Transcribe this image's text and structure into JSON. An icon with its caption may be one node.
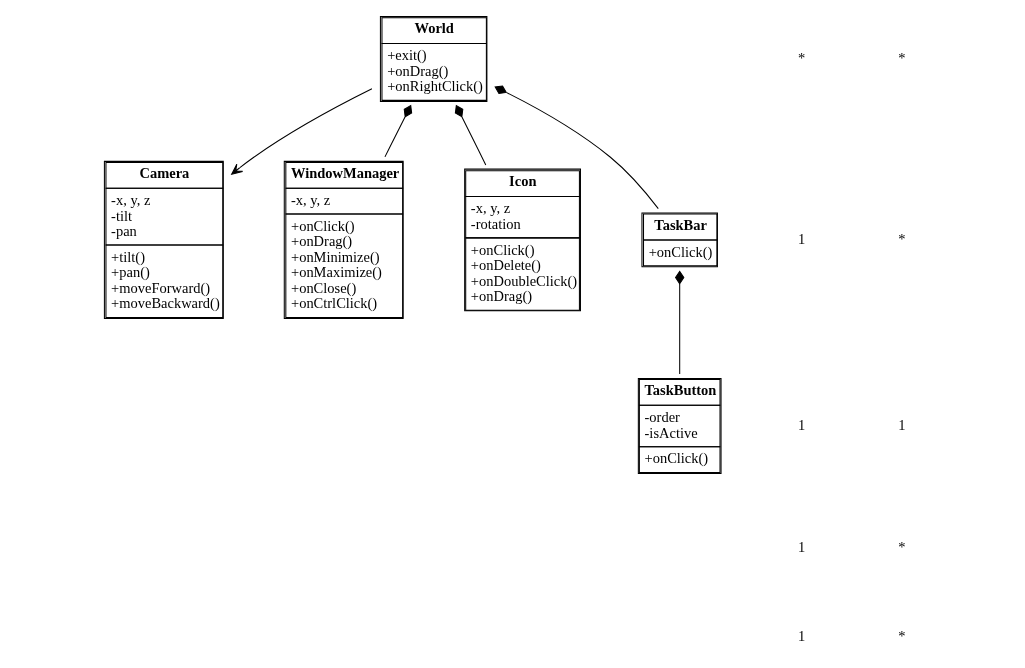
{
  "diagram": {
    "nodes": [
      {
        "text": [
          "Camera",
          "-x, y, z -tilt -pan",
          "+tilt() +pan() +moveForward() +moveBackward()"
        ]
      },
      {
        "text": [
          "World",
          "+exit() +onDrag() +onRightClick()"
        ]
      },
      {
        "text": [
          "WindowManager",
          "-x, y, z",
          "+onClick() +onDrag() +onMinimize() +onMaximize() +onClose() +onCtrlClick()"
        ]
      },
      {
        "text": [
          "Icon",
          "-x, y, z -rotation",
          "+onClick() +onDelete() +onDoubleClick() +onDrag()"
        ]
      },
      {
        "text": [
          "TaskBar",
          "+onClick()"
        ]
      },
      {
        "text": [
          "TaskButton",
          "-order -isActive",
          "+onClick()"
        ]
      }
    ],
    "edges": [
      {
        "from": 1,
        "to": 0,
        "arrow": "to"
      },
      {
        "from": 2,
        "to": 1,
        "arrow": "other"
      },
      {
        "from": 3,
        "to": 1,
        "arrow": "other"
      },
      {
        "from": 4,
        "to": 1,
        "arrow": "other"
      },
      {
        "from": 5,
        "to": 4,
        "arrow": "other"
      }
    ],
    "labels": [
      "*",
      "*",
      "1",
      "*",
      "1",
      "1",
      "1",
      "*",
      "1",
      "*"
    ]
  }
}
